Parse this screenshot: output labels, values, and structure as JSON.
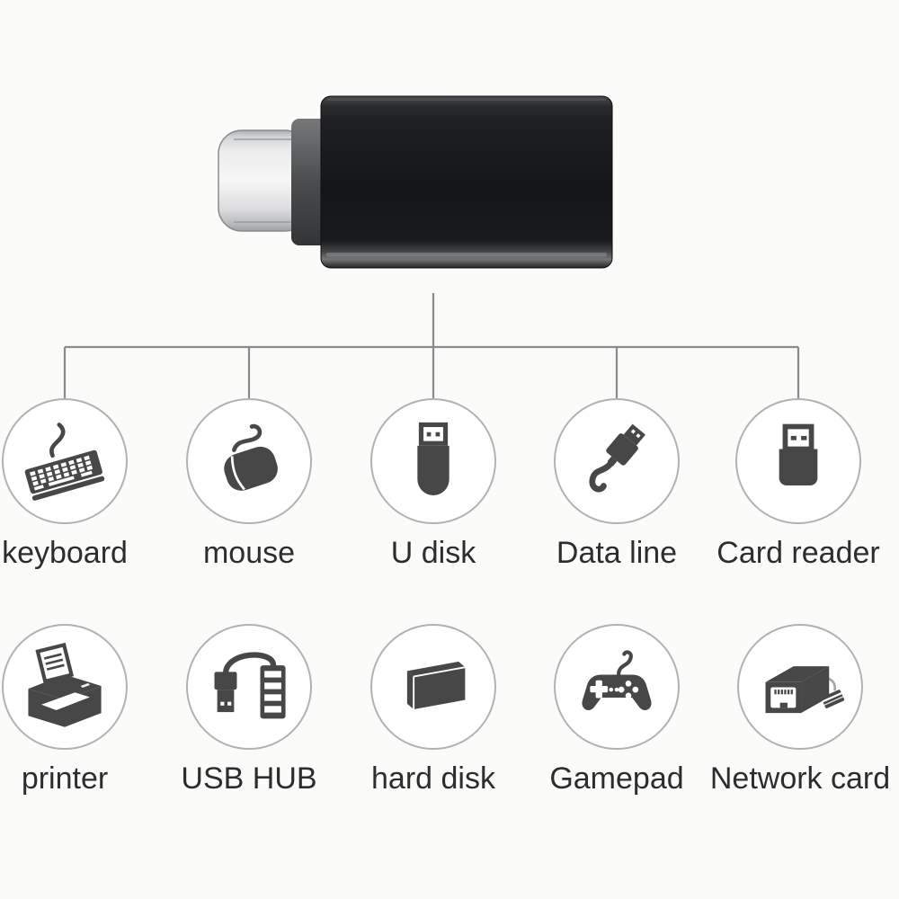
{
  "colors": {
    "background": "#fbfbfa",
    "line": "#8a8a8a",
    "circle_border": "#b2b2b2",
    "icon": "#474747",
    "label": "#2d2d2d",
    "adapter_body": "#17181a",
    "adapter_collar": "#4b4c4e",
    "adapter_plug": "#ececec"
  },
  "adapter": {
    "plug_icon": "usb-c-male-plug",
    "body_icon": "usb-a-female-housing"
  },
  "diagram": {
    "rows": [
      {
        "items": [
          {
            "label": "keyboard",
            "icon": "keyboard-icon"
          },
          {
            "label": "mouse",
            "icon": "mouse-icon"
          },
          {
            "label": "U disk",
            "icon": "usb-flash-drive-icon"
          },
          {
            "label": "Data line",
            "icon": "usb-cable-icon"
          },
          {
            "label": "Card reader",
            "icon": "card-reader-icon"
          }
        ]
      },
      {
        "items": [
          {
            "label": "printer",
            "icon": "printer-icon"
          },
          {
            "label": "USB HUB",
            "icon": "usb-hub-icon"
          },
          {
            "label": "hard disk",
            "icon": "hard-disk-icon"
          },
          {
            "label": "Gamepad",
            "icon": "gamepad-icon"
          },
          {
            "label": "Network card",
            "icon": "network-card-icon"
          }
        ]
      }
    ]
  }
}
